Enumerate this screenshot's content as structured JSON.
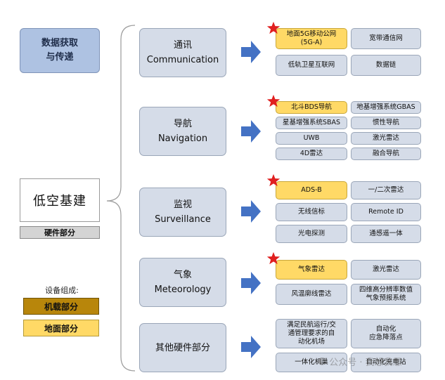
{
  "top_box": {
    "line1": "数据获取",
    "line2": "与传递"
  },
  "main_box": "低空基建",
  "hardware_label": "硬件部分",
  "legend": {
    "title": "设备组成:",
    "air": "机载部分",
    "ground": "地面部分"
  },
  "colors": {
    "air": "#b8860b",
    "ground": "#ffd966",
    "category": "#d5dce8",
    "star": "#e02020"
  },
  "categories": [
    {
      "zh": "通讯",
      "en": "Communication",
      "items": [
        "地面5G移动公网\n(5G-A)",
        "宽带通信网",
        "低轨卫星互联网",
        "数据链"
      ]
    },
    {
      "zh": "导航",
      "en": "Navigation",
      "items": [
        "北斗BDS导航",
        "地基增强系统GBAS",
        "星基增强系统SBAS",
        "惯性导航",
        "UWB",
        "激光雷达",
        "4D雷达",
        "融合导航"
      ]
    },
    {
      "zh": "监视",
      "en": "Surveillance",
      "items": [
        "ADS-B",
        "一/二次雷达",
        "无线信标",
        "Remote ID",
        "光电探测",
        "通感遥一体"
      ]
    },
    {
      "zh": "气象",
      "en": "Meteorology",
      "items": [
        "气象雷达",
        "激光雷达",
        "风温廓线雷达",
        "四维高分辨率数值\n气象预报系统"
      ]
    },
    {
      "zh": "其他硬件部分",
      "en": "",
      "items": [
        "满足民航运行/交\n通管理要求的自\n动化机场",
        "自动化\n应急降落点",
        "一体化机巢",
        "自动化充电站"
      ]
    }
  ],
  "watermark": "公众号 · 我想我思"
}
